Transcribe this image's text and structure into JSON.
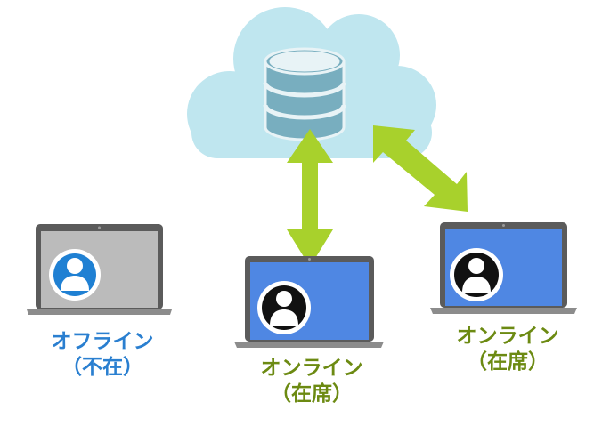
{
  "colors": {
    "cloud": "#bfe6ef",
    "database": "#78aebf",
    "database_stripe": "#e8f3f6",
    "arrow": "#a8d12c",
    "laptop_frame": "#5b5b5b",
    "laptop_base": "#8c8c8c",
    "screen_offline": "#bbbbbb",
    "screen_online": "#4f87e3",
    "offline_avatar": "#1f80d3",
    "online_avatar": "#111111",
    "offline_text": "#2a7fd0",
    "online_text": "#6c8a12"
  },
  "icons": {
    "cloud": "cloud-icon",
    "database": "database-icon",
    "user": "user-avatar-icon",
    "laptop": "laptop-icon"
  },
  "nodes": [
    {
      "id": "offline",
      "status": "offline",
      "label_line1": "オフライン",
      "label_line2": "（不在）"
    },
    {
      "id": "online1",
      "status": "online",
      "label_line1": "オンライン",
      "label_line2": "（在席）"
    },
    {
      "id": "online2",
      "status": "online",
      "label_line1": "オンライン",
      "label_line2": "（在席）"
    }
  ],
  "connections": [
    {
      "from": "cloud",
      "to": "online1",
      "direction": "bidirectional"
    },
    {
      "from": "cloud",
      "to": "online2",
      "direction": "bidirectional"
    }
  ]
}
